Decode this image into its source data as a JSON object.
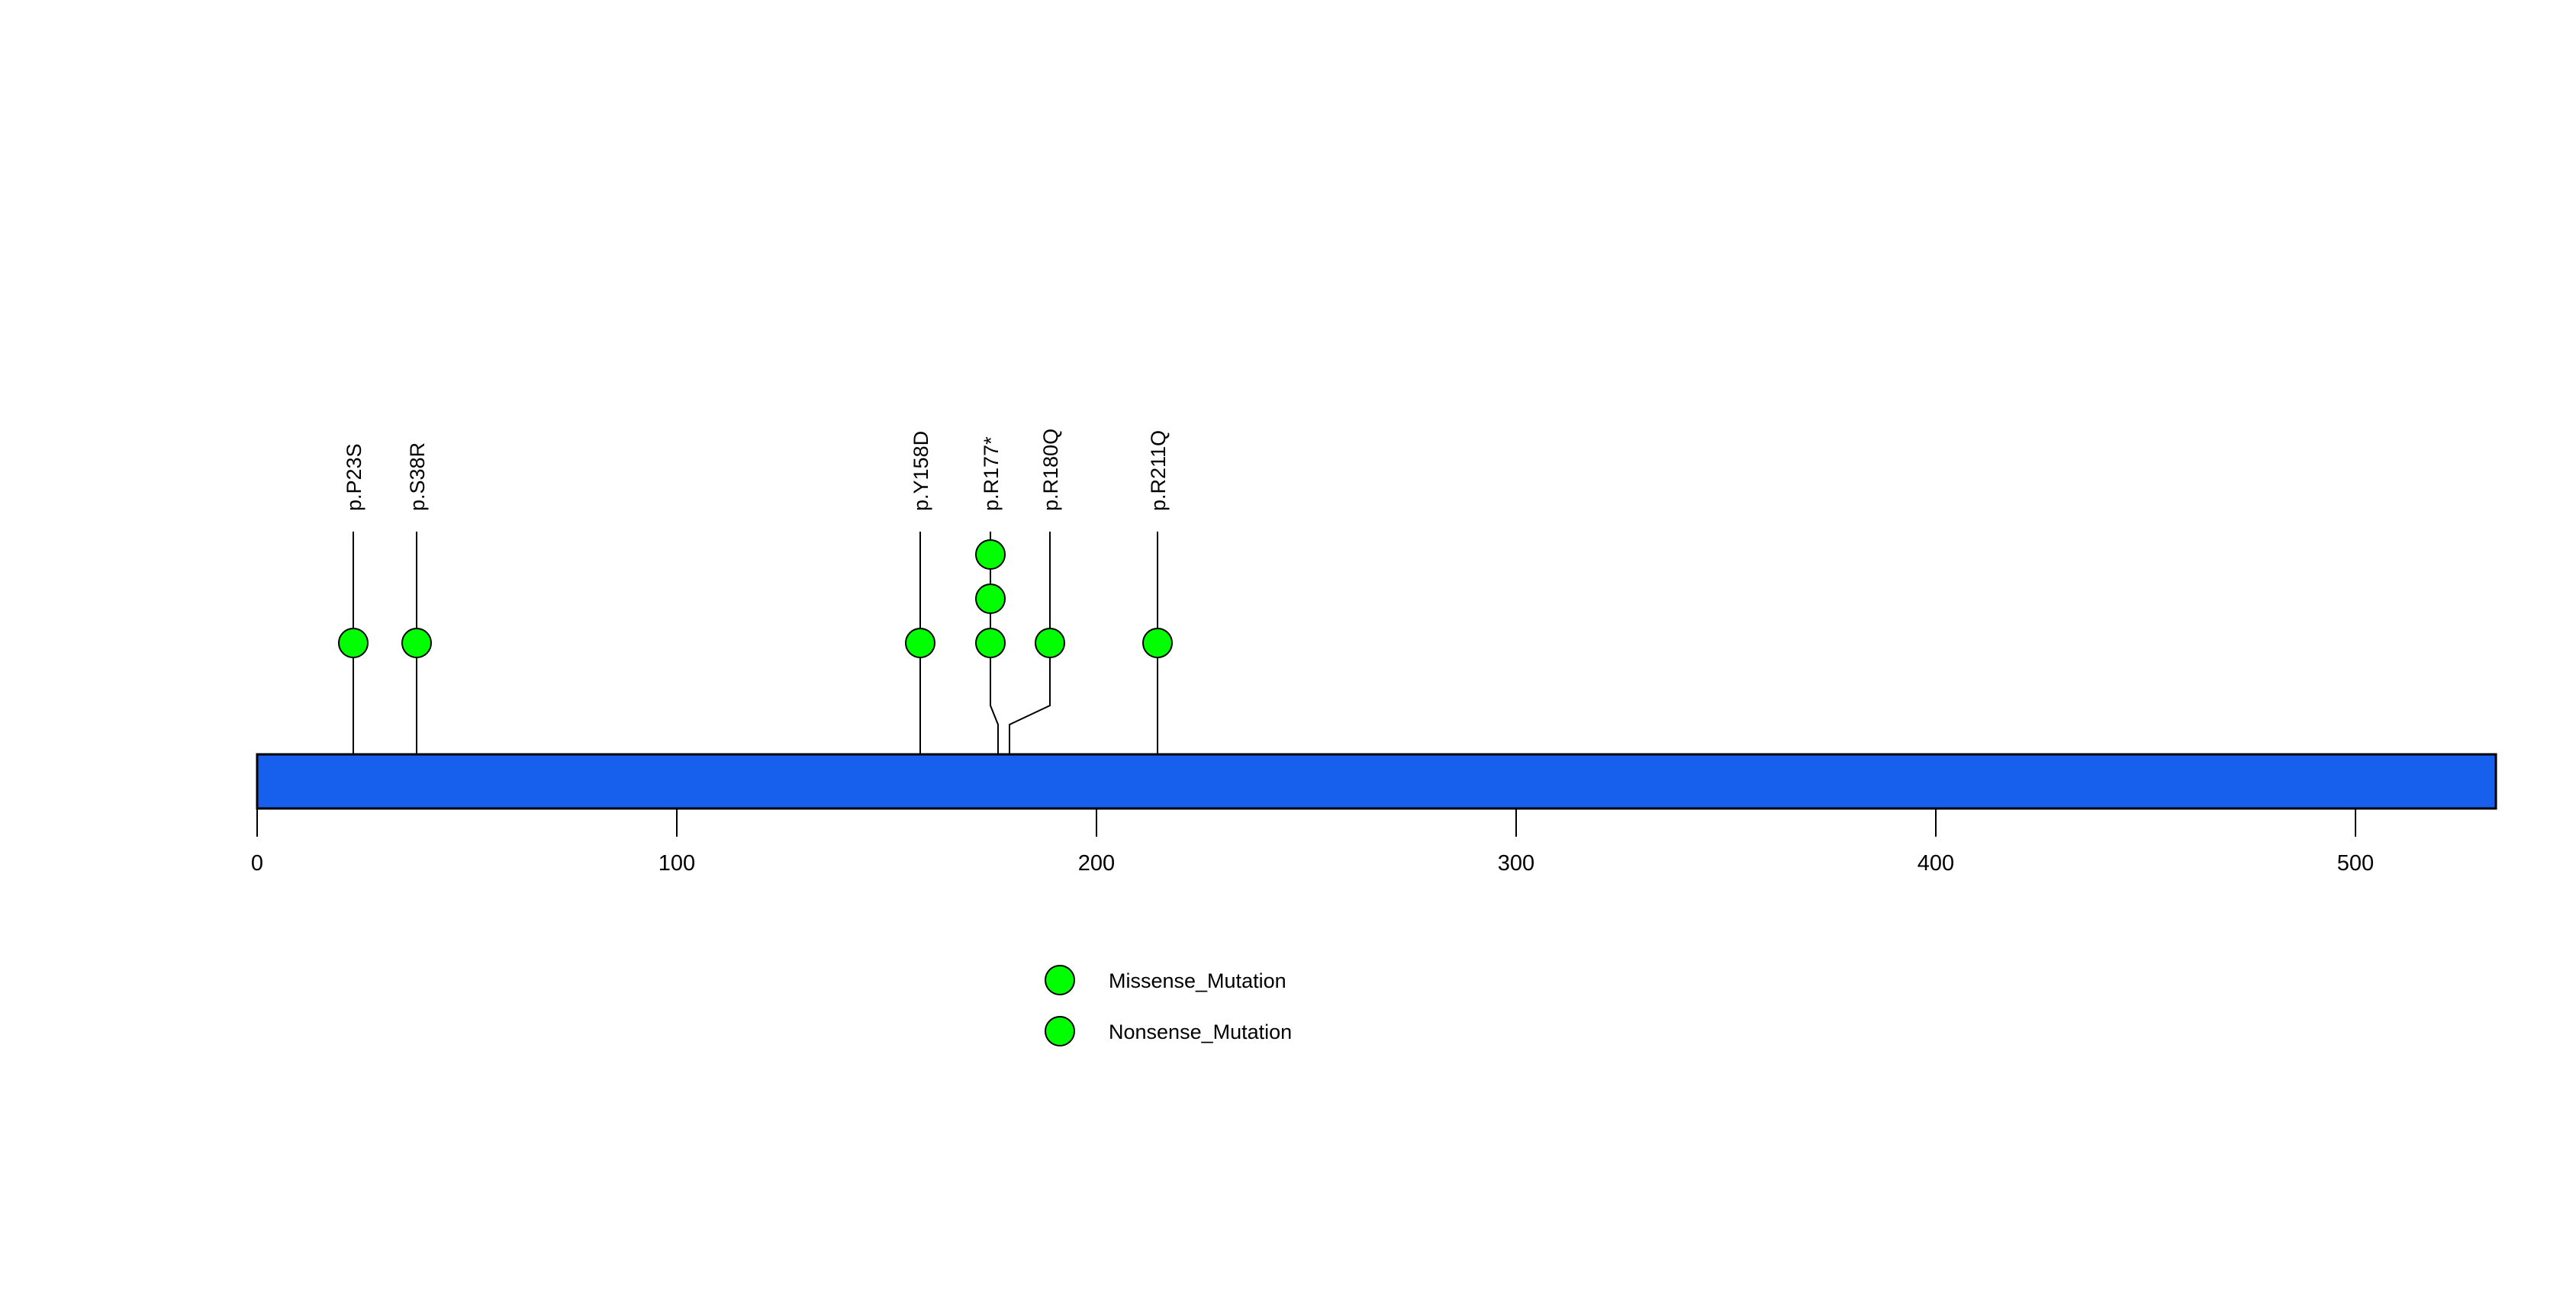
{
  "chart_data": {
    "type": "lollipop",
    "title": "",
    "xlabel": "",
    "ylabel": "",
    "protein": {
      "length": 520,
      "bar_color": "#1760EE",
      "bar_start": 0,
      "bar_end": 520
    },
    "axis": {
      "xlim": [
        0,
        520
      ],
      "ticks": [
        0,
        100,
        200,
        300,
        400,
        500
      ],
      "tick_labels": [
        "0",
        "100",
        "200",
        "300",
        "400",
        "500"
      ],
      "grid": false
    },
    "marker_color": "#00FF00",
    "marker_radius": 19,
    "mutations": [
      {
        "label": "p.P23S",
        "position": 23,
        "count": 1,
        "type": "Missense_Mutation",
        "color": "#00FF00"
      },
      {
        "label": "p.S38R",
        "position": 38,
        "count": 1,
        "type": "Missense_Mutation",
        "color": "#00FF00"
      },
      {
        "label": "p.Y158D",
        "position": 158,
        "count": 1,
        "type": "Missense_Mutation",
        "color": "#00FF00"
      },
      {
        "label": "p.R177*",
        "position": 177,
        "count": 3,
        "type": "Nonsense_Mutation",
        "color": "#00FF00"
      },
      {
        "label": "p.R180Q",
        "position": 180,
        "count": 1,
        "type": "Missense_Mutation",
        "color": "#00FF00"
      },
      {
        "label": "p.R211Q",
        "position": 211,
        "count": 1,
        "type": "Missense_Mutation",
        "color": "#00FF00"
      }
    ],
    "legend": {
      "position": "bottom-center",
      "entries": [
        {
          "label": "Missense_Mutation",
          "color": "#00FF00"
        },
        {
          "label": "Nonsense_Mutation",
          "color": "#00FF00"
        }
      ]
    }
  }
}
